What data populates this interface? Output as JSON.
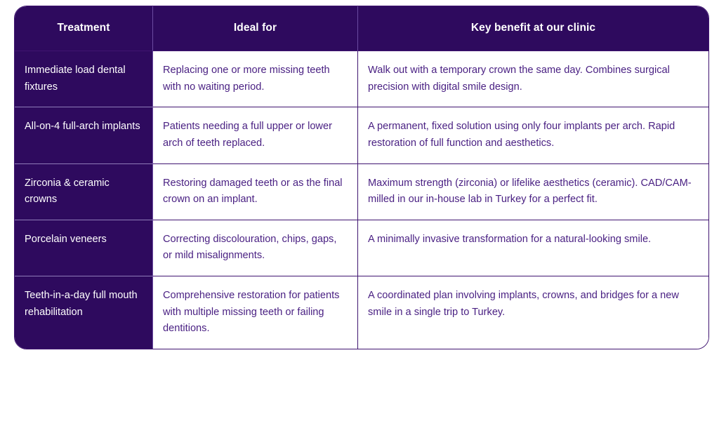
{
  "table": {
    "columns": [
      {
        "key": "treatment",
        "label": "Treatment"
      },
      {
        "key": "ideal_for",
        "label": "Ideal for"
      },
      {
        "key": "key_benefit",
        "label": "Key benefit at our clinic"
      }
    ],
    "rows": [
      {
        "treatment": "Immediate load dental fixtures",
        "ideal_for": "Replacing one or more missing teeth with no waiting period.",
        "key_benefit": "Walk out with a temporary crown the same day. Combines surgical precision with digital smile design."
      },
      {
        "treatment": "All-on-4 full-arch implants",
        "ideal_for": "Patients needing a full upper or lower arch of teeth replaced.",
        "key_benefit": "A permanent, fixed solution using only four implants per arch. Rapid restoration of full function and aesthetics."
      },
      {
        "treatment": "Zirconia & ceramic crowns",
        "ideal_for": "Restoring damaged teeth or as the final crown on an implant.",
        "key_benefit": "Maximum strength (zirconia) or lifelike aesthetics (ceramic). CAD/CAM-milled in our in-house lab in Turkey for a perfect fit."
      },
      {
        "treatment": "Porcelain veneers",
        "ideal_for": "Correcting discolouration, chips, gaps, or mild misalignments.",
        "key_benefit": "A minimally invasive transformation for a natural-looking smile."
      },
      {
        "treatment": "Teeth-in-a-day full mouth rehabilitation",
        "ideal_for": "Comprehensive restoration for patients with multiple missing teeth or failing dentitions.",
        "key_benefit": "A coordinated plan involving implants, crowns, and bridges for a new smile in a single trip to Turkey."
      }
    ]
  },
  "colors": {
    "header_background": "#2E0A5E",
    "header_text": "#FFFFFF",
    "first_column_background": "#2E0A5E",
    "first_column_text": "#FFFFFF",
    "body_text": "#4A2183",
    "border": "#3F1470",
    "page_background": "#FFFFFF"
  }
}
